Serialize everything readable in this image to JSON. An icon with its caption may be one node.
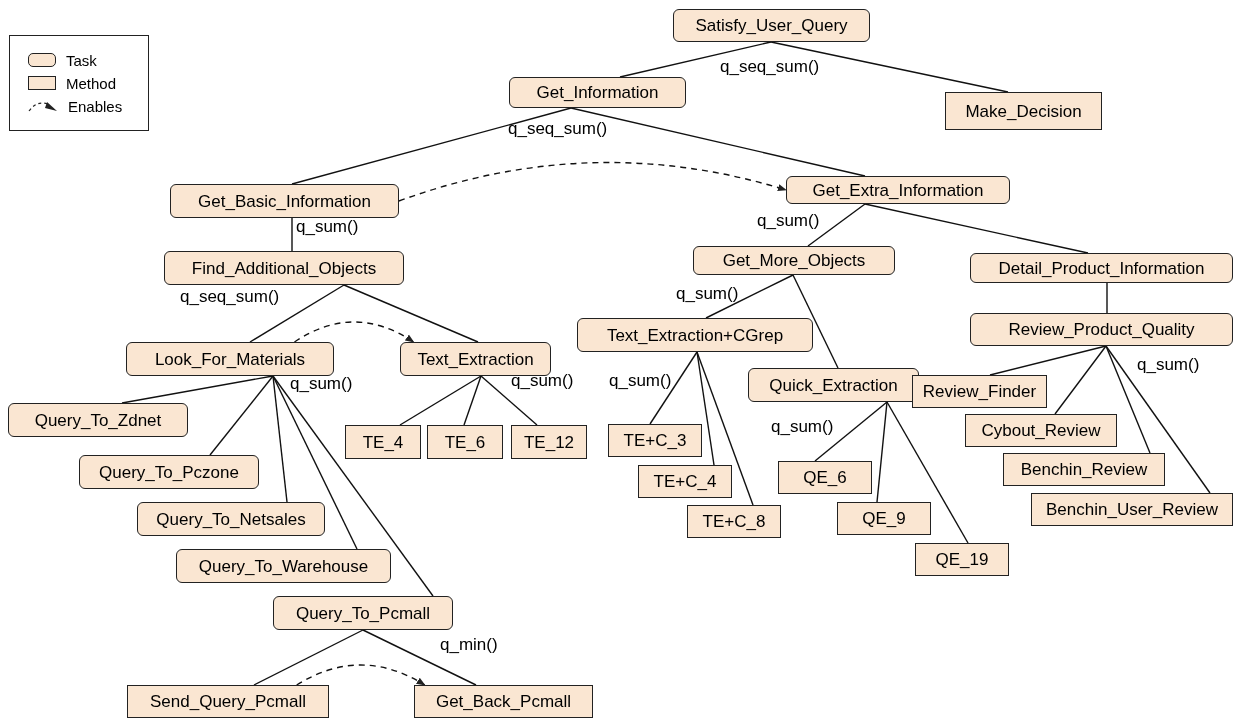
{
  "diagram": {
    "nodes": [
      {
        "text": [
          "Satisfy_User_Query"
        ]
      },
      {
        "text": [
          "Get_Information"
        ]
      },
      {
        "text": [
          "Make_Decision"
        ]
      },
      {
        "text": [
          "Get_Basic_Information"
        ]
      },
      {
        "text": [
          "Get_Extra_Information"
        ]
      },
      {
        "text": [
          "Find_Additional_Objects"
        ]
      },
      {
        "text": [
          "Get_More_Objects"
        ]
      },
      {
        "text": [
          "Detail_Product_Information"
        ]
      },
      {
        "text": [
          "Look_For_Materials"
        ]
      },
      {
        "text": [
          "Text_Extraction"
        ]
      },
      {
        "text": [
          "Text_Extraction+CGrep"
        ]
      },
      {
        "text": [
          "Review_Product_Quality"
        ]
      },
      {
        "text": [
          "Query_To_Zdnet"
        ]
      },
      {
        "text": [
          "TE_4"
        ]
      },
      {
        "text": [
          "TE_6"
        ]
      },
      {
        "text": [
          "TE_12"
        ]
      },
      {
        "text": [
          "Quick_Extraction"
        ]
      },
      {
        "text": [
          "Review_Finder"
        ]
      },
      {
        "text": [
          "TE+C_3"
        ]
      },
      {
        "text": [
          "Cybout_Review"
        ]
      },
      {
        "text": [
          "Query_To_Pczone"
        ]
      },
      {
        "text": [
          "QE_6"
        ]
      },
      {
        "text": [
          "TE+C_4"
        ]
      },
      {
        "text": [
          "Benchin_Review"
        ]
      },
      {
        "text": [
          "Query_To_Netsales"
        ]
      },
      {
        "text": [
          "QE_9"
        ]
      },
      {
        "text": [
          "TE+C_8"
        ]
      },
      {
        "text": [
          "Benchin_User_Review"
        ]
      },
      {
        "text": [
          "Query_To_Warehouse"
        ]
      },
      {
        "text": [
          "QE_19"
        ]
      },
      {
        "text": [
          "Query_To_Pcmall"
        ]
      },
      {
        "text": [
          "Send_Query_Pcmall"
        ]
      },
      {
        "text": [
          "Get_Back_Pcmall"
        ]
      }
    ],
    "edges": [
      {
        "from": 0,
        "to": 1,
        "arrow": "none"
      },
      {
        "from": 0,
        "to": 2,
        "arrow": "none"
      },
      {
        "from": 1,
        "to": 3,
        "arrow": "none"
      },
      {
        "from": 1,
        "to": 4,
        "arrow": "none"
      },
      {
        "from": 3,
        "to": 5,
        "arrow": "none"
      },
      {
        "from": 4,
        "to": 6,
        "arrow": "none"
      },
      {
        "from": 4,
        "to": 7,
        "arrow": "none"
      },
      {
        "from": 5,
        "to": 8,
        "arrow": "none"
      },
      {
        "from": 5,
        "to": 9,
        "arrow": "none"
      },
      {
        "from": 6,
        "to": 10,
        "arrow": "none"
      },
      {
        "from": 6,
        "to": 16,
        "arrow": "none"
      },
      {
        "from": 7,
        "to": 11,
        "arrow": "none"
      },
      {
        "from": 8,
        "to": 12,
        "arrow": "none"
      },
      {
        "from": 8,
        "to": 20,
        "arrow": "none"
      },
      {
        "from": 8,
        "to": 24,
        "arrow": "none"
      },
      {
        "from": 8,
        "to": 28,
        "arrow": "none"
      },
      {
        "from": 8,
        "to": 30,
        "arrow": "none"
      },
      {
        "from": 9,
        "to": 13,
        "arrow": "none"
      },
      {
        "from": 9,
        "to": 14,
        "arrow": "none"
      },
      {
        "from": 9,
        "to": 15,
        "arrow": "none"
      },
      {
        "from": 10,
        "to": 18,
        "arrow": "none"
      },
      {
        "from": 10,
        "to": 22,
        "arrow": "none"
      },
      {
        "from": 10,
        "to": 26,
        "arrow": "none"
      },
      {
        "from": 16,
        "to": 21,
        "arrow": "none"
      },
      {
        "from": 16,
        "to": 25,
        "arrow": "none"
      },
      {
        "from": 16,
        "to": 29,
        "arrow": "none"
      },
      {
        "from": 11,
        "to": 17,
        "arrow": "none"
      },
      {
        "from": 11,
        "to": 19,
        "arrow": "none"
      },
      {
        "from": 11,
        "to": 23,
        "arrow": "none"
      },
      {
        "from": 11,
        "to": 27,
        "arrow": "none"
      },
      {
        "from": 30,
        "to": 31,
        "arrow": "none"
      },
      {
        "from": 30,
        "to": 32,
        "arrow": "none"
      },
      {
        "from": 3,
        "to": 4,
        "arrow": "to",
        "style": "dashed"
      },
      {
        "from": 8,
        "to": 9,
        "arrow": "to",
        "style": "dashed"
      },
      {
        "from": 31,
        "to": 32,
        "arrow": "to",
        "style": "dashed"
      }
    ],
    "labels": [
      "q_seq_sum()",
      "q_seq_sum()",
      "q_sum()",
      "q_sum()",
      "q_seq_sum()",
      "q_sum()",
      "q_sum()",
      "q_sum()",
      "q_sum()",
      "q_sum()",
      "q_sum()",
      "q_min()"
    ],
    "legend": [
      {
        "text": "Task"
      },
      {
        "text": "Method"
      },
      {
        "text": "Enables"
      }
    ]
  }
}
